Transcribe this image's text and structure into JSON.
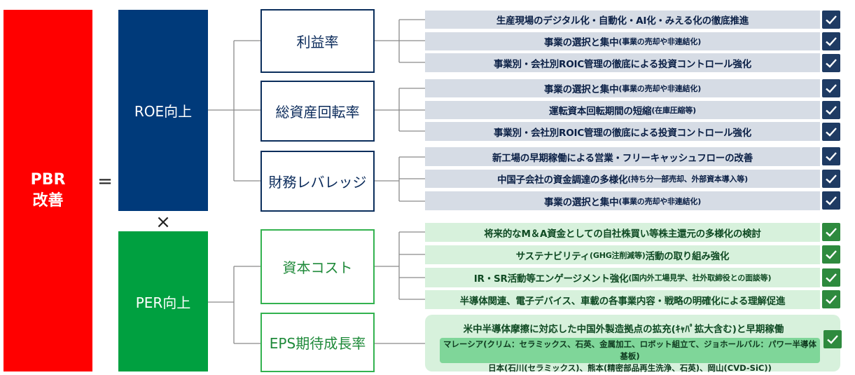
{
  "pbr": {
    "line1": "PBR",
    "line2": "改善"
  },
  "operators": {
    "equals": "=",
    "times": "×"
  },
  "roe": {
    "label": "ROE向上"
  },
  "per": {
    "label": "PER向上"
  },
  "mid": {
    "profit": "利益率",
    "asset": "総資産回転率",
    "leverage": "財務レバレッジ",
    "capital": "資本コスト",
    "eps": "EPS期待成長率"
  },
  "items": {
    "i1": "生産現場のデジタル化・自動化・AI化・みえる化の徹底推進",
    "i2a": "事業の選択と集中",
    "i2b": "(事業の売却や非連結化)",
    "i3": "事業別・会社別ROIC管理の徹底による投資コントロール強化",
    "i4a": "事業の選択と集中",
    "i4b": "(事業の売却や非連結化)",
    "i5a": "運転資本回転期間の短縮",
    "i5b": "(在庫圧縮等)",
    "i6": "事業別・会社別ROIC管理の徹底による投資コントロール強化",
    "i7": "新工場の早期稼働による営業・フリーキャッシュフローの改善",
    "i8a": "中国子会社の資金調達の多様化",
    "i8b": "(持ち分一部売却、外部資本導入等)",
    "i9a": "事業の選択と集中",
    "i9b": "(事業の売却や非連結化)",
    "g1": "将来的なM＆A資金としての自社株買い等株主還元の多様化の検討",
    "g2a": "サステナビリティ",
    "g2b": "(GHG注削減等)",
    "g2c": "活動の取り組み強化",
    "g3a": "IR・SR活動等エンゲージメント強化",
    "g3b": "(国内外工場見学、社外取締役との面談等)",
    "g4": "半導体関連、電子デバイス、車載の各事業内容・戦略の明確化による理解促進",
    "g5": "米中半導体摩擦に対応した中国外製造拠点の拡充(ｷｬﾊﾟ拡大含む)と早期稼働",
    "g5s1": "マレーシア(クリム：セラミックス、石英、金属加工、ロボット組立て、ジョホールバル：パワー半導体基板)",
    "g5s2": "日本(石川(セラミックス)、熊本(精密部品再生洗浄、石英)、岡山(CVD-SiC))"
  },
  "colors": {
    "pbr": "#ff0000",
    "roe": "#003a7a",
    "per": "#00a040",
    "check_blue": "#1f3b63",
    "check_green": "#2e8a3e"
  },
  "icons": {
    "check": "check-icon"
  }
}
